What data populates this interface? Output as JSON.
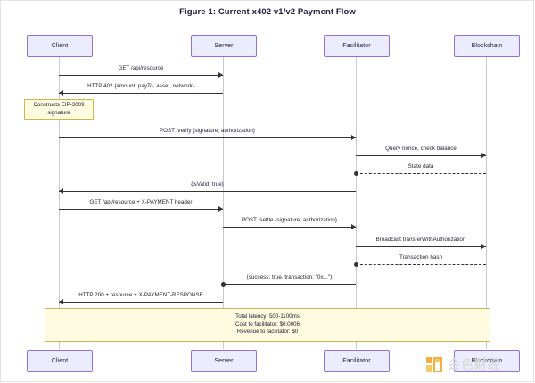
{
  "figure": {
    "title": "Figure 1: Current x402 v1/v2 Payment Flow"
  },
  "colors": {
    "actor_fill": "#ECECFF",
    "actor_border": "#9370DB",
    "note_fill": "#FFFBE0",
    "note_border": "#D0B44C",
    "line": "#333333",
    "lifeline": "#C9C9D6",
    "title_text": "#1B1B3A"
  },
  "actors": [
    {
      "id": "client",
      "label": "Client"
    },
    {
      "id": "server",
      "label": "Server"
    },
    {
      "id": "facilitator",
      "label": "Facilitator"
    },
    {
      "id": "blockchain",
      "label": "Blockchain"
    }
  ],
  "actors_bottom": [
    {
      "id": "client",
      "label": "Client"
    },
    {
      "id": "server",
      "label": "Server"
    },
    {
      "id": "facilitator",
      "label": "Facilitator"
    },
    {
      "id": "blockchain",
      "label": "Blockchain"
    }
  ],
  "messages": [
    {
      "id": "m1",
      "label": "GET /api/resource",
      "from": "client",
      "to": "server",
      "style": "solid"
    },
    {
      "id": "m2",
      "label": "HTTP 402 {amount, payTo, asset, network}",
      "from": "server",
      "to": "client",
      "style": "solid"
    },
    {
      "id": "m3",
      "label": "POST /verify {signature, authorization}",
      "from": "client",
      "to": "facilitator",
      "style": "solid"
    },
    {
      "id": "m4",
      "label": "Query nonce, check balance",
      "from": "facilitator",
      "to": "blockchain",
      "style": "solid"
    },
    {
      "id": "m5",
      "label": "State data",
      "from": "blockchain",
      "to": "facilitator",
      "style": "dashed"
    },
    {
      "id": "m6",
      "label": "{isValid: true}",
      "from": "facilitator",
      "to": "client",
      "style": "solid"
    },
    {
      "id": "m7",
      "label": "GET /api/resource + X-PAYMENT header",
      "from": "client",
      "to": "server",
      "style": "solid"
    },
    {
      "id": "m8",
      "label": "POST /settle {signature, authorization}",
      "from": "server",
      "to": "facilitator",
      "style": "solid"
    },
    {
      "id": "m9",
      "label": "Broadcast transferWithAuthorization",
      "from": "facilitator",
      "to": "blockchain",
      "style": "solid"
    },
    {
      "id": "m10",
      "label": "Transaction hash",
      "from": "blockchain",
      "to": "facilitator",
      "style": "dashed"
    },
    {
      "id": "m11",
      "label": "{success: true, transaction: \"0x...\"}",
      "from": "facilitator",
      "to": "server",
      "style": "solid"
    },
    {
      "id": "m12",
      "label": "HTTP 200 + resource + X-PAYMENT-RESPONSE",
      "from": "server",
      "to": "client",
      "style": "solid"
    }
  ],
  "notes": {
    "construct": {
      "lines": [
        "Constructs EIP-3009",
        "signature"
      ]
    },
    "summary": {
      "lines": [
        "Total latency: 500-1100ms",
        "Cost to facilitator: $0.0006",
        "Revenue to facilitator: $0"
      ]
    }
  },
  "watermark": {
    "text": "金色财经"
  }
}
